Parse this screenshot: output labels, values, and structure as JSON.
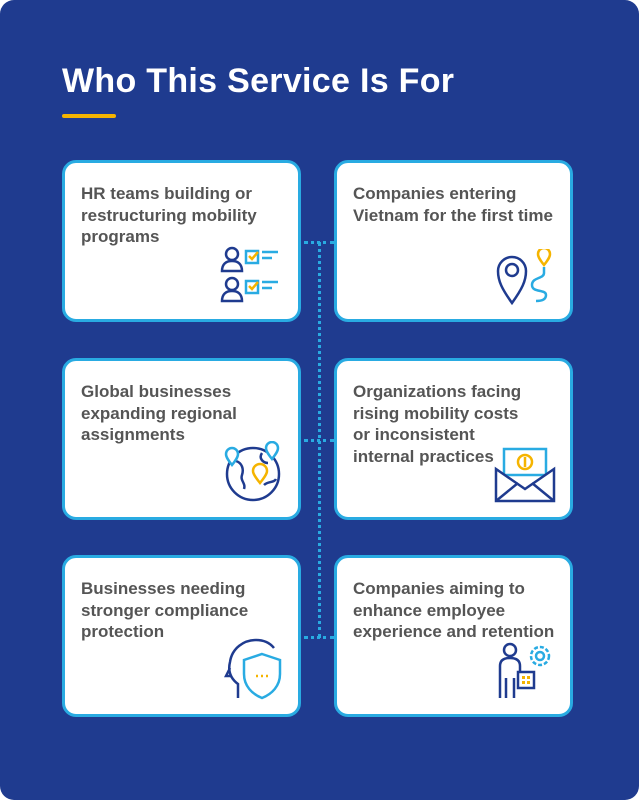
{
  "title": "Who This Service Is For",
  "colors": {
    "background": "#1f3b8f",
    "accent": "#f5b400",
    "border": "#29abe2",
    "text": "#555555"
  },
  "cards": [
    {
      "text": "HR teams building or restructuring mobility programs",
      "icon": "people-checklist-icon"
    },
    {
      "text": "Companies entering Vietnam for the first time",
      "icon": "location-pin-route-icon"
    },
    {
      "text": "Global businesses expanding regional assignments",
      "icon": "globe-pins-icon"
    },
    {
      "text": "Organizations facing rising mobility costs or inconsistent internal practices",
      "icon": "money-envelope-icon"
    },
    {
      "text": "Businesses needing stronger compliance protection",
      "icon": "head-shield-icon"
    },
    {
      "text": "Companies aiming to enhance employee experience and retention",
      "icon": "employee-gear-icon"
    }
  ]
}
